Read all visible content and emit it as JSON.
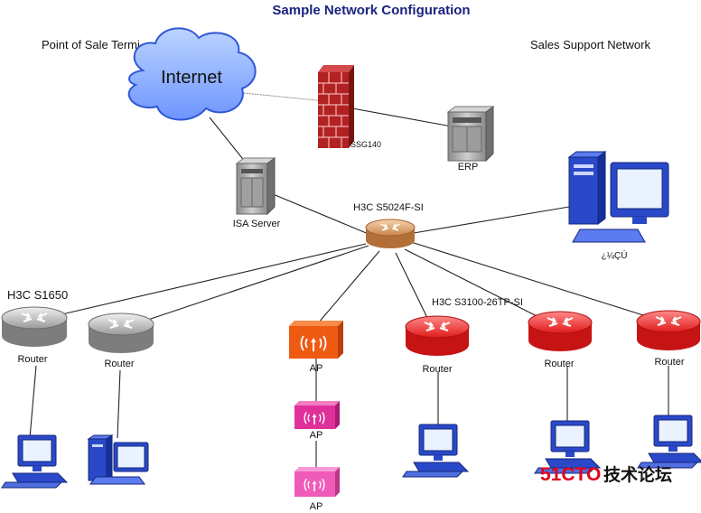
{
  "diagram": {
    "title": "Sample Network Configuration",
    "section_left": "Point of Sale Termi",
    "section_right": "Sales Support Network",
    "internet_label": "Internet",
    "firewall_label": "SSG140",
    "erp_label": "ERP",
    "isa_label": "ISA  Server",
    "core_switch_label": "H3C S5024F-SI",
    "pc_label": "¿¼ÇÚ",
    "s1650_label": "H3C S1650",
    "s3100_label": "H3C S3100-26TP-SI",
    "router_label": "Router",
    "ap_label": "AP"
  },
  "watermark": {
    "number": "51CTO",
    "text": "技术论坛"
  },
  "colors": {
    "title": "#1a237e",
    "router_gray": "#9e9e9e",
    "router_red": "#e01b1b",
    "core_switch": "#d9a06b",
    "ap_orange": "#ee5a12",
    "ap_pink": "#e0309a",
    "firewall": "#b22222",
    "computer_blue": "#1f3fbf"
  }
}
